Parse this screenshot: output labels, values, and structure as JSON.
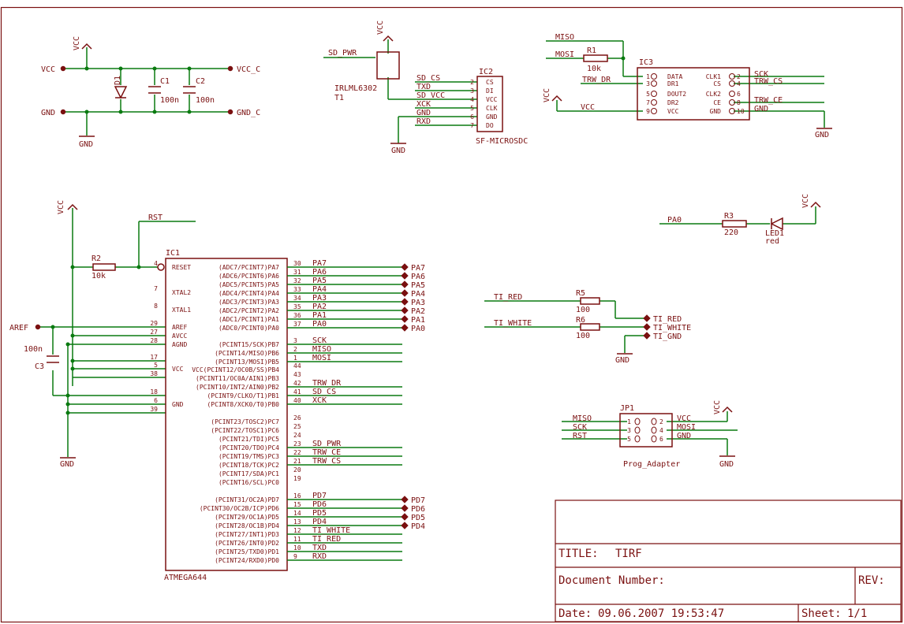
{
  "colors": {
    "wire": "#0a7a10",
    "part": "#7a1010",
    "background": "#ffffff"
  },
  "power": {
    "labels": [
      "VCC",
      "VCC_C",
      "GND",
      "GND_C",
      "GND",
      "C1",
      "C2",
      "100n",
      "100n",
      "D1"
    ]
  },
  "ic2": {
    "name": "IC2",
    "value": "SF-MICROSDC",
    "pins": [
      {
        "num": "2",
        "name": "CS",
        "net": "SD_CS"
      },
      {
        "num": "3",
        "name": "DI",
        "net": "TXD"
      },
      {
        "num": "4",
        "name": "VCC",
        "net": "SD_VCC"
      },
      {
        "num": "5",
        "name": "CLK",
        "net": "XCK"
      },
      {
        "num": "6",
        "name": "GND",
        "net": "GND"
      },
      {
        "num": "7",
        "name": "DO",
        "net": "RXD"
      }
    ],
    "t1_name": "T1",
    "t1_value": "IRLML6302",
    "sd_pwr": "SD_PWR",
    "vcc": "VCC",
    "gnd": "GND"
  },
  "ic3": {
    "name": "IC3",
    "left_pins": [
      {
        "num": "1",
        "name": "DATA"
      },
      {
        "num": "3",
        "name": "DR1"
      },
      {
        "num": "5",
        "name": "DOUT2"
      },
      {
        "num": "7",
        "name": "DR2"
      },
      {
        "num": "9",
        "name": "VCC"
      }
    ],
    "right_pins": [
      {
        "num": "2",
        "name": "CLK1"
      },
      {
        "num": "4",
        "name": "CS"
      },
      {
        "num": "6",
        "name": "CLK2"
      },
      {
        "num": "8",
        "name": "CE"
      },
      {
        "num": "10",
        "name": "GND"
      }
    ],
    "nets_left": [
      "MISO",
      "MOSI",
      "TRW_DR",
      "VCC"
    ],
    "nets_right": [
      "SCK",
      "TRW_CS",
      "TRW_CE",
      "GND"
    ],
    "r1_name": "R1",
    "r1_value": "10k",
    "vcc": "VCC",
    "gnd": "GND"
  },
  "led": {
    "net": "PA0",
    "r_name": "R3",
    "r_value": "220",
    "led_name": "LED1",
    "led_value": "red",
    "vcc": "VCC"
  },
  "ic1": {
    "name": "IC1",
    "value": "ATMEGA644",
    "left_pins": [
      {
        "name": "RESET",
        "num": "4"
      },
      {
        "name": "XTAL2",
        "num": "7"
      },
      {
        "name": "XTAL1",
        "num": "8"
      },
      {
        "name": "AREF",
        "num": "29"
      },
      {
        "name": "AVCC",
        "num": "27"
      },
      {
        "name": "AGND",
        "num": "28"
      },
      {
        "name": "",
        "num": "17"
      },
      {
        "name": "VCC",
        "num": "5"
      },
      {
        "name": "",
        "num": "38"
      },
      {
        "name": "",
        "num": "18"
      },
      {
        "name": "GND",
        "num": "6"
      },
      {
        "name": "",
        "num": "39"
      }
    ],
    "right_pins": [
      {
        "name": "(ADC7/PCINT7)PA7",
        "num": "30",
        "net": "PA7",
        "port": "PA7"
      },
      {
        "name": "(ADC6/PCINT6)PA6",
        "num": "31",
        "net": "PA6",
        "port": "PA6"
      },
      {
        "name": "(ADC5/PCINT5)PA5",
        "num": "32",
        "net": "PA5",
        "port": "PA5"
      },
      {
        "name": "(ADC4/PCINT4)PA4",
        "num": "33",
        "net": "PA4",
        "port": "PA4"
      },
      {
        "name": "(ADC3/PCINT3)PA3",
        "num": "34",
        "net": "PA3",
        "port": "PA3"
      },
      {
        "name": "(ADC2/PCINT2)PA2",
        "num": "35",
        "net": "PA2",
        "port": "PA2"
      },
      {
        "name": "(ADC1/PCINT1)PA1",
        "num": "36",
        "net": "PA1",
        "port": "PA1"
      },
      {
        "name": "(ADC0/PCINT0)PA0",
        "num": "37",
        "net": "PA0",
        "port": "PA0"
      },
      {
        "name": "(PCINT15/SCK)PB7",
        "num": "3",
        "net": "SCK",
        "port": ""
      },
      {
        "name": "(PCINT14/MISO)PB6",
        "num": "2",
        "net": "MISO",
        "port": ""
      },
      {
        "name": "(PCINT13/MOSI)PB5",
        "num": "1",
        "net": "MOSI",
        "port": ""
      },
      {
        "name": "VCC(PCINT12/OC0B/SS)PB4",
        "num": "44",
        "net": "",
        "port": ""
      },
      {
        "name": "(PCINT11/OC0A/AIN1)PB3",
        "num": "43",
        "net": "",
        "port": ""
      },
      {
        "name": "(PCINT10/INT2/AIN0)PB2",
        "num": "42",
        "net": "TRW_DR",
        "port": ""
      },
      {
        "name": "(PCINT9/CLKO/T1)PB1",
        "num": "41",
        "net": "SD_CS",
        "port": ""
      },
      {
        "name": "(PCINT8/XCK0/T0)PB0",
        "num": "40",
        "net": "XCK",
        "port": ""
      },
      {
        "name": "(PCINT23/TOSC2)PC7",
        "num": "26",
        "net": "",
        "port": ""
      },
      {
        "name": "(PCINT22/TOSC1)PC6",
        "num": "25",
        "net": "",
        "port": ""
      },
      {
        "name": "(PCINT21/TDI)PC5",
        "num": "24",
        "net": "",
        "port": ""
      },
      {
        "name": "(PCINT20/TDO)PC4",
        "num": "23",
        "net": "SD_PWR",
        "port": ""
      },
      {
        "name": "(PCINT19/TMS)PC3",
        "num": "22",
        "net": "TRW_CE",
        "port": ""
      },
      {
        "name": "(PCINT18/TCK)PC2",
        "num": "21",
        "net": "TRW_CS",
        "port": ""
      },
      {
        "name": "(PCINT17/SDA)PC1",
        "num": "20",
        "net": "",
        "port": ""
      },
      {
        "name": "(PCINT16/SCL)PC0",
        "num": "19",
        "net": "",
        "port": ""
      },
      {
        "name": "(PCINT31/OC2A)PD7",
        "num": "16",
        "net": "PD7",
        "port": "PD7"
      },
      {
        "name": "(PCINT30/OC2B/ICP)PD6",
        "num": "15",
        "net": "PD6",
        "port": "PD6"
      },
      {
        "name": "(PCINT29/OC1A)PD5",
        "num": "14",
        "net": "PD5",
        "port": "PD5"
      },
      {
        "name": "(PCINT28/OC1B)PD4",
        "num": "13",
        "net": "PD4",
        "port": "PD4"
      },
      {
        "name": "(PCINT27/INT1)PD3",
        "num": "12",
        "net": "TI_WHITE",
        "port": ""
      },
      {
        "name": "(PCINT26/INT0)PD2",
        "num": "11",
        "net": "TI_RED",
        "port": ""
      },
      {
        "name": "(PCINT25/TXD0)PD1",
        "num": "10",
        "net": "TXD",
        "port": ""
      },
      {
        "name": "(PCINT24/RXD0)PD0",
        "num": "9",
        "net": "RXD",
        "port": ""
      }
    ],
    "rst": "RST",
    "vcc": "VCC",
    "gnd": "GND",
    "aref": "AREF",
    "r2_name": "R2",
    "r2_value": "10k",
    "c3_name": "C3",
    "c3_value": "100n"
  },
  "ti": {
    "nets": [
      "TI_RED",
      "TI_WHITE"
    ],
    "r5_name": "R5",
    "r5_value": "100",
    "r6_name": "R6",
    "r6_value": "100",
    "ports": [
      "TI_RED",
      "TI_WHITE",
      "TI_GND"
    ],
    "gnd": "GND"
  },
  "jp1": {
    "name": "JP1",
    "value": "Prog_Adapter",
    "left": [
      {
        "num": "1",
        "net": "MISO"
      },
      {
        "num": "3",
        "net": "SCK"
      },
      {
        "num": "5",
        "net": "RST"
      }
    ],
    "right": [
      {
        "num": "2",
        "net": "VCC"
      },
      {
        "num": "4",
        "net": "MOSI"
      },
      {
        "num": "6",
        "net": "GND"
      }
    ],
    "vcc": "VCC",
    "gnd": "GND"
  },
  "title_block": {
    "title_label": "TITLE:",
    "title": "TIRF",
    "docnum_label": "Document Number:",
    "rev_label": "REV:",
    "date_label": "Date:",
    "date": "09.06.2007 19:53:47",
    "sheet_label": "Sheet:",
    "sheet": "1/1"
  }
}
